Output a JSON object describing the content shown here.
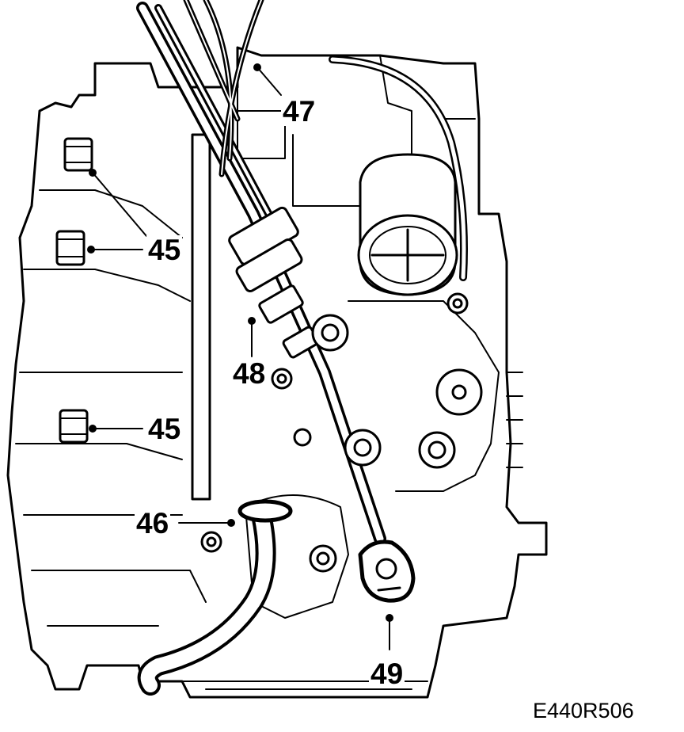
{
  "diagram": {
    "callouts": [
      {
        "id": "c45a",
        "label": "45"
      },
      {
        "id": "c45b",
        "label": "45"
      },
      {
        "id": "c46",
        "label": "46"
      },
      {
        "id": "c47",
        "label": "47"
      },
      {
        "id": "c48",
        "label": "48"
      },
      {
        "id": "c49",
        "label": "49"
      }
    ],
    "figure_code": "E440R506"
  }
}
